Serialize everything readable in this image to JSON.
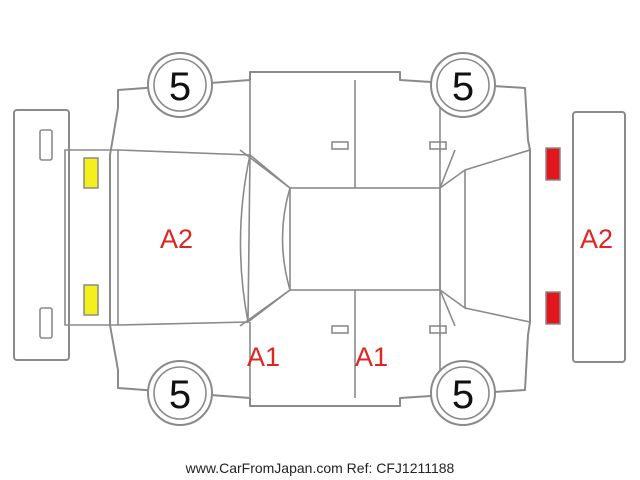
{
  "colors": {
    "outline": "#8a8a8a",
    "damage_text": "#e0241f",
    "yellow_marker": "#f5ef1b",
    "red_marker": "#e3151d",
    "score_text": "#111111"
  },
  "damage_codes": {
    "front_panel": "A2",
    "rear_panel": "A2",
    "left_front_door": "A1",
    "left_rear_door": "A1"
  },
  "tire_scores": {
    "front_left": "5",
    "rear_left": "5",
    "front_right": "5",
    "rear_right": "5"
  },
  "markers": {
    "front": [
      "yellow",
      "yellow"
    ],
    "rear": [
      "red",
      "red"
    ]
  },
  "footer": "www.CarFromJapan.com Ref: CFJ1211188"
}
